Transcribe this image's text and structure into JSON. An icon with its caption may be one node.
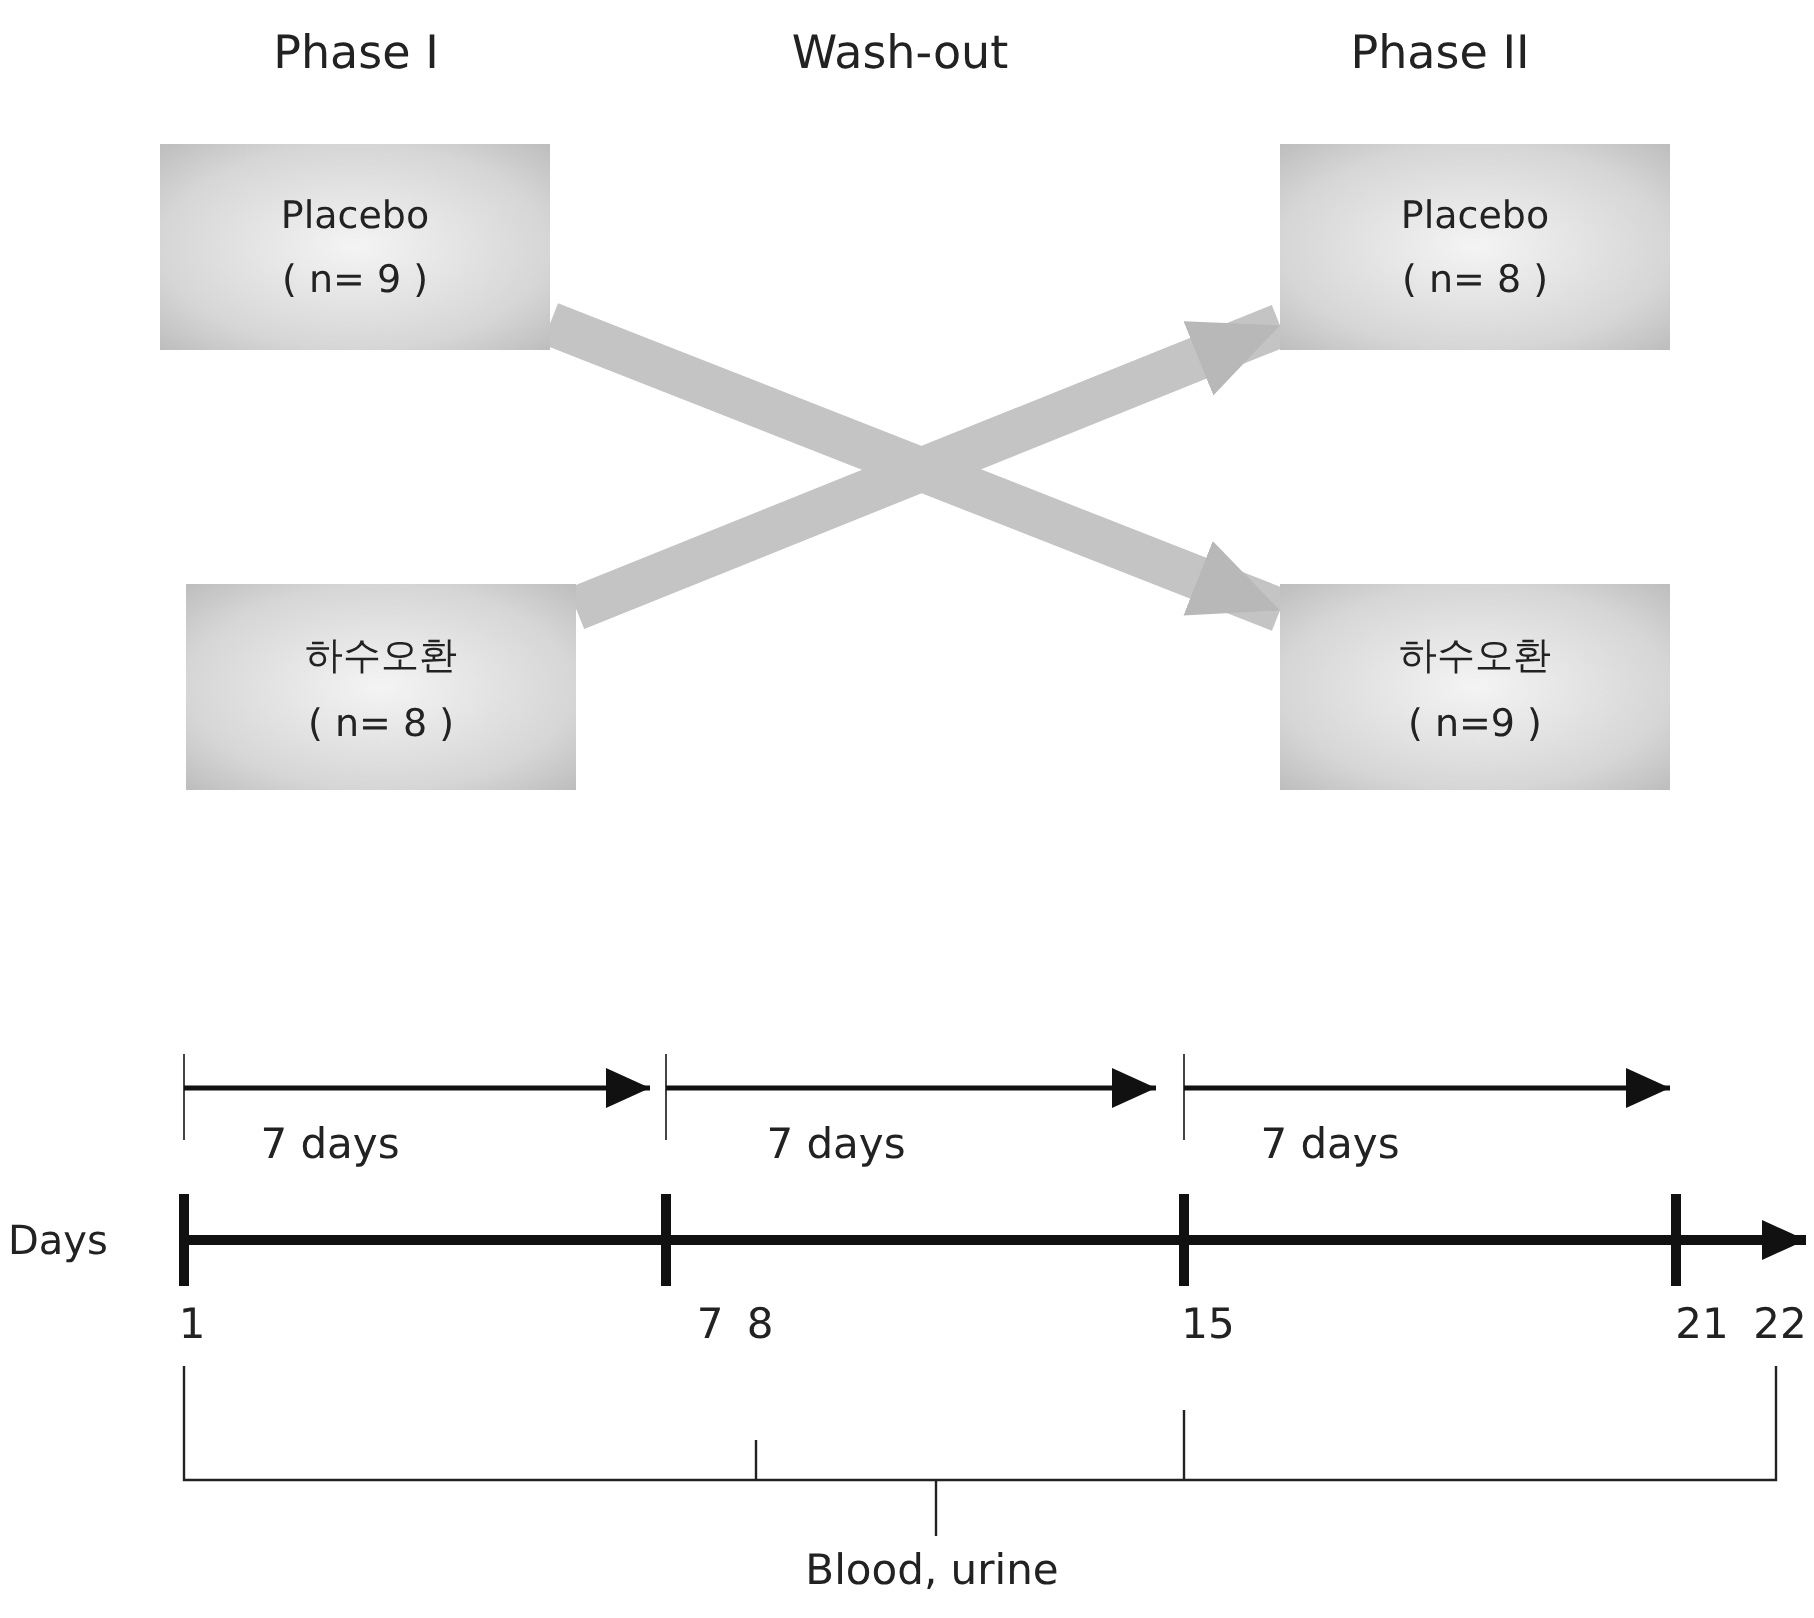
{
  "diagram": {
    "nodes": [
      {
        "text": [
          "Placebo",
          "( n= 9 )"
        ]
      },
      {
        "text": [
          "하수오환",
          "( n= 8 )"
        ]
      },
      {
        "text": [
          "Placebo",
          "( n= 8 )"
        ]
      },
      {
        "text": [
          "하수오환",
          "( n=9 )"
        ]
      }
    ],
    "edges": [
      {
        "from": 0,
        "to": 3,
        "arrow": "to"
      },
      {
        "from": 1,
        "to": 2,
        "arrow": "to"
      }
    ],
    "labels": [
      "Phase I",
      "Wash-out",
      "Phase II",
      "7 days",
      "7 days",
      "7 days",
      "Days",
      "1",
      "7",
      "8",
      "15",
      "21",
      "22",
      "Blood, urine"
    ]
  }
}
